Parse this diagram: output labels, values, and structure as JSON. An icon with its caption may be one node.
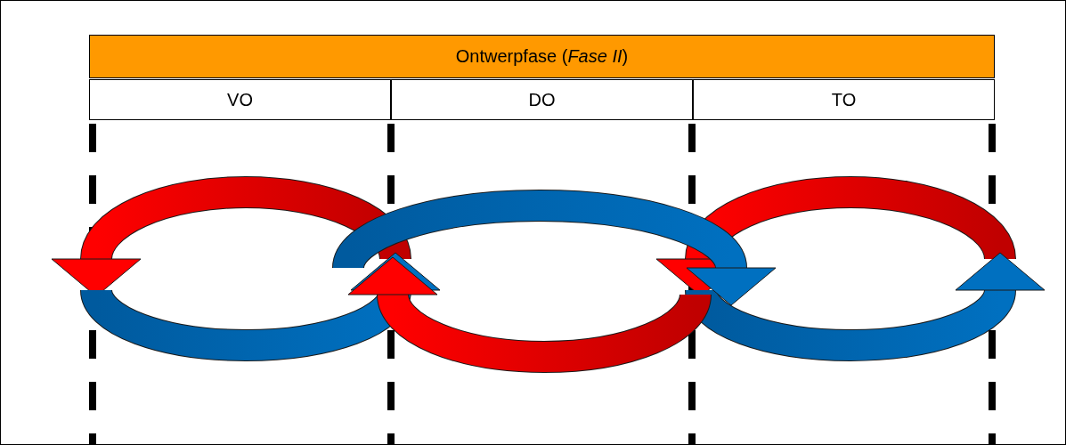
{
  "diagram": {
    "nodes": [
      {
        "text": [
          "Ontwerpfase (*Fase II*)"
        ]
      },
      {
        "text": [
          "VO"
        ]
      },
      {
        "text": [
          "DO"
        ]
      },
      {
        "text": [
          "TO"
        ]
      }
    ]
  }
}
